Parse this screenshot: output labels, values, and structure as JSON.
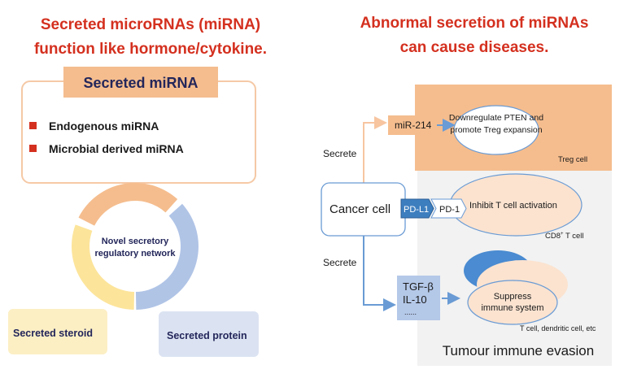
{
  "left": {
    "title_lines": [
      "Secreted microRNAs (miRNA)",
      "function like hormone/cytokine."
    ],
    "header": "Secreted miRNA",
    "bullets": [
      "Endogenous miRNA",
      "Microbial derived miRNA"
    ],
    "ring_center_lines": [
      "Novel secretory",
      "regulatory network"
    ],
    "steroid": "Secreted steroid",
    "protein": "Secreted protein"
  },
  "right": {
    "title_lines": [
      "Abnormal secretion of miRNAs",
      "can cause diseases."
    ],
    "secrete_top": "Secrete",
    "secrete_bottom": "Secrete",
    "mir": "miR-214",
    "treg_effect_lines": [
      "Downregulate PTEN and",
      "promote Treg expansion"
    ],
    "treg_label": "Treg cell",
    "cancer_cell": "Cancer cell",
    "pdl1": "PD-L1",
    "pd1": "PD-1",
    "inhibit": "Inhibit T cell activation",
    "cd8_label": "CD8",
    "cd8_sup": "+",
    "cd8_suffix": " T cell",
    "cytokines": [
      "TGF-β",
      "IL-10",
      "......"
    ],
    "suppress_lines": [
      "Suppress",
      "immune system"
    ],
    "cells_label": "T cell, dendritic cell, etc",
    "footer": "Tumour immune evasion"
  },
  "colors": {
    "title_red": "#d4301f",
    "orange": "#f5bd8e",
    "blue": "#b0c4e6",
    "yellow": "#fce49a",
    "dark_blue": "#3d7ebf"
  }
}
